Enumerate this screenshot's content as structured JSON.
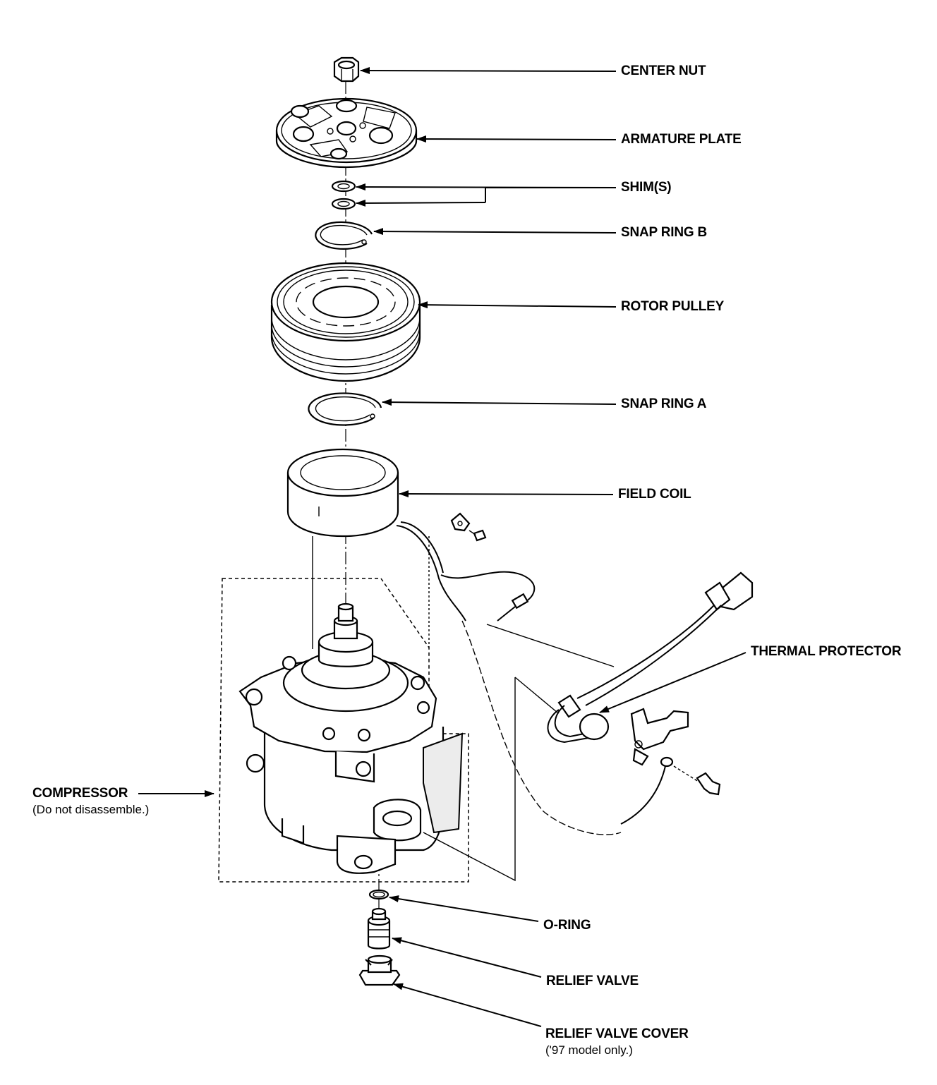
{
  "diagram": {
    "labels": {
      "center_nut": "CENTER NUT",
      "armature_plate": "ARMATURE PLATE",
      "shims": "SHIM(S)",
      "snap_ring_b": "SNAP RING B",
      "rotor_pulley": "ROTOR PULLEY",
      "snap_ring_a": "SNAP RING A",
      "field_coil": "FIELD COIL",
      "thermal_protector": "THERMAL PROTECTOR",
      "compressor": "COMPRESSOR",
      "compressor_note": "(Do not disassemble.)",
      "o_ring": "O-RING",
      "relief_valve": "RELIEF VALVE",
      "relief_valve_cover": "RELIEF VALVE COVER",
      "relief_valve_cover_note": "('97 model only.)"
    }
  }
}
